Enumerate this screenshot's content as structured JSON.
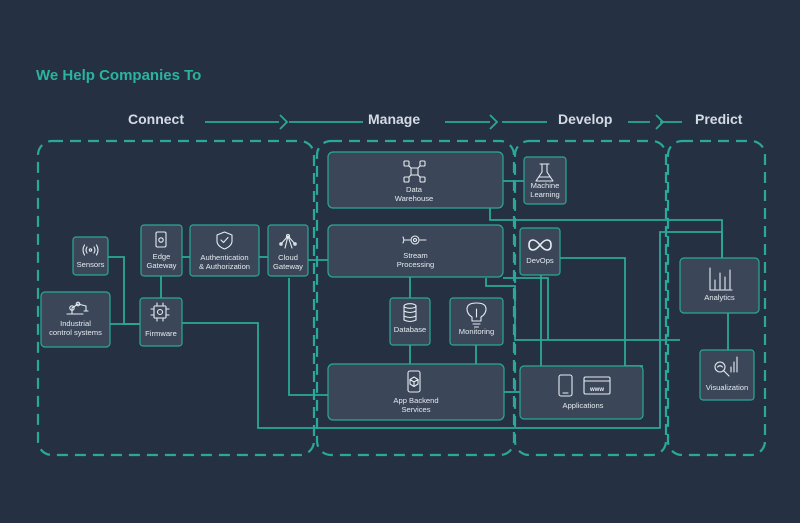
{
  "headline": "We Help Companies To",
  "phases": [
    "Connect",
    "Manage",
    "Develop",
    "Predict"
  ],
  "nodes": {
    "industrial": [
      "Industrial",
      "control systems"
    ],
    "sensors": [
      "Sensors"
    ],
    "edge": [
      "Edge",
      "Gateway"
    ],
    "auth": [
      "Authentication",
      "& Authorization"
    ],
    "cloud": [
      "Cloud",
      "Gateway"
    ],
    "firmware": [
      "Firmware"
    ],
    "warehouse": [
      "Data",
      "Warehouse"
    ],
    "stream": [
      "Stream",
      "Processing"
    ],
    "database": [
      "Database"
    ],
    "monitoring": [
      "Monitoring"
    ],
    "backend": [
      "App Backend",
      "Services"
    ],
    "ml": [
      "Machine",
      "Learning"
    ],
    "devops": [
      "DevOps"
    ],
    "applications": [
      "Applications"
    ],
    "analytics": [
      "Analytics"
    ],
    "visualization": [
      "Visualization"
    ]
  },
  "icons": {
    "industrial": "robot-arm-icon",
    "sensors": "signal-icon",
    "edge": "gateway-device-icon",
    "auth": "shield-check-icon",
    "cloud": "cloud-network-icon",
    "firmware": "chip-gear-icon",
    "warehouse": "network-icon",
    "stream": "gear-flow-icon",
    "database": "database-icon",
    "monitoring": "lightbulb-icon",
    "backend": "mobile-cube-icon",
    "ml": "flask-icon",
    "devops": "infinity-icon",
    "applications": [
      "phone-icon",
      "browser-www-icon"
    ],
    "www_label": "www",
    "analytics": "bar-chart-icon",
    "visualization": "magnifier-chart-icon"
  },
  "colors": {
    "background": "#253142",
    "accent": "#2aa899",
    "node": "#3b4759",
    "headline": "#2bb3a0"
  }
}
